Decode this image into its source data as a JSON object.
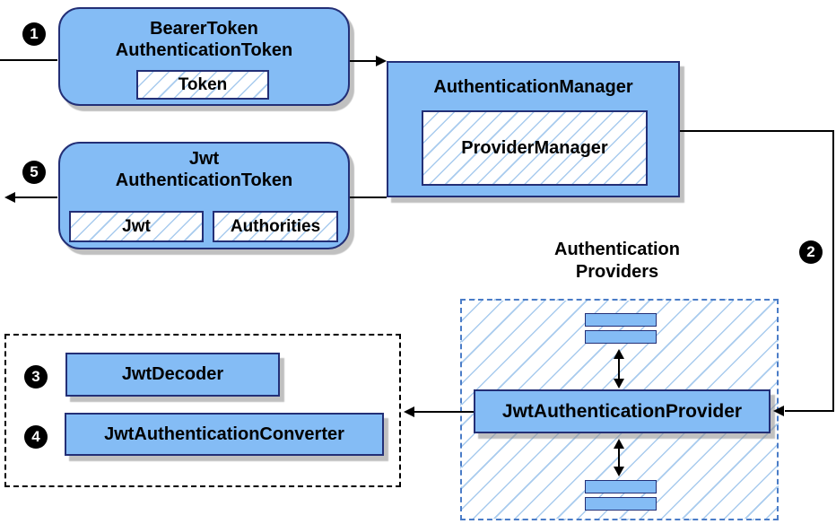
{
  "colors": {
    "canvas_bg": "#ffffff",
    "node_fill": "#84BCF5",
    "node_border": "#232F76",
    "hatch_line": "#A8CBEE",
    "providers_border": "#4A7CC7",
    "dashed_box_border": "#000000",
    "arrow": "#000000",
    "step_bg": "#000000",
    "step_text": "#ffffff"
  },
  "nodes": {
    "bearer_token": {
      "title1": "BearerToken",
      "title2": "AuthenticationToken",
      "field": "Token"
    },
    "authentication_manager": {
      "title": "AuthenticationManager",
      "impl": "ProviderManager"
    },
    "jwt_authentication_token": {
      "title1": "Jwt",
      "title2": "AuthenticationToken",
      "field1": "Jwt",
      "field2": "Authorities"
    },
    "authentication_providers": {
      "label1": "Authentication",
      "label2": "Providers",
      "provider": "JwtAuthenticationProvider"
    },
    "decoder": "JwtDecoder",
    "converter": "JwtAuthenticationConverter"
  },
  "steps": {
    "s1": "1",
    "s2": "2",
    "s3": "3",
    "s4": "4",
    "s5": "5"
  }
}
